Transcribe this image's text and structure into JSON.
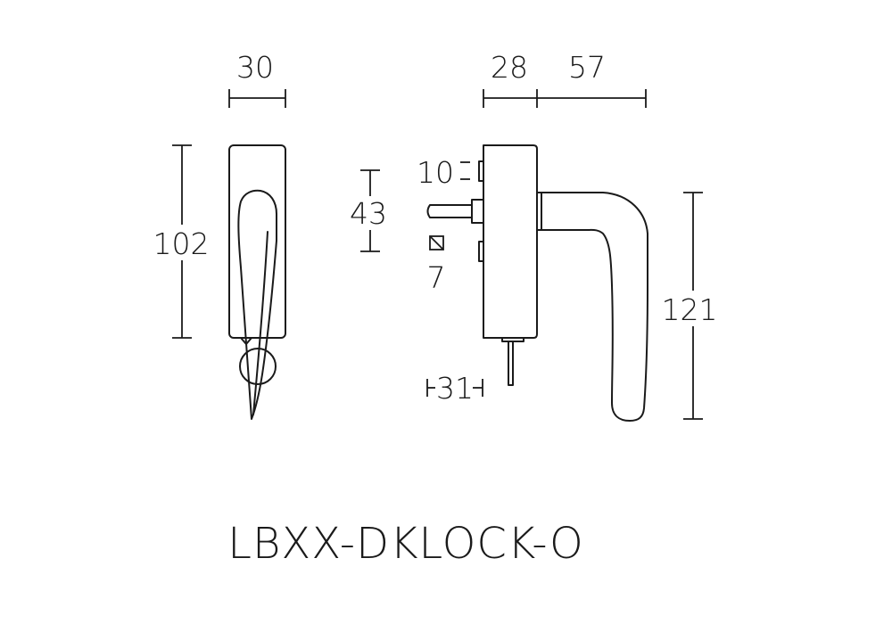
{
  "drawing": {
    "model_code": "LBXX-DKLOCK-O",
    "dimensions": {
      "front_width": "30",
      "front_height": "102",
      "rose_depth": "28",
      "lever_projection": "57",
      "fixing_spacing": "43",
      "screw_offset": "10",
      "spindle_square": "7",
      "spindle_length": "31",
      "lever_height": "121"
    },
    "color": "#1a1a1a"
  }
}
